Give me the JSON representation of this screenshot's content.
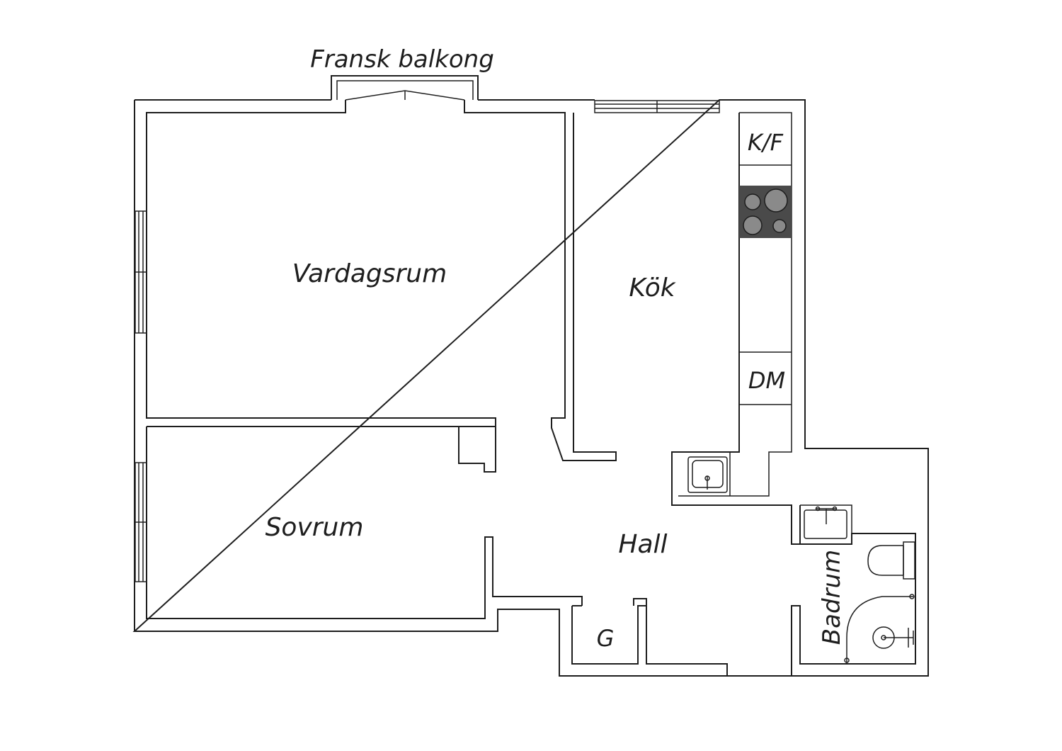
{
  "plan": {
    "labels": {
      "balcony": "Fransk balkong",
      "living_room": "Vardagsrum",
      "kitchen": "Kök",
      "fridge_freezer": "K/F",
      "dishwasher": "DM",
      "bedroom": "Sovrum",
      "hall": "Hall",
      "wardrobe": "G",
      "bathroom": "Badrum"
    },
    "icons": [
      "stove-icon",
      "kitchen-sink-icon",
      "washbasin-icon",
      "toilet-icon",
      "shower-icon"
    ],
    "colors": {
      "line": "#1e1e1e",
      "stove": "#4a4a4a",
      "background": "#ffffff"
    }
  }
}
